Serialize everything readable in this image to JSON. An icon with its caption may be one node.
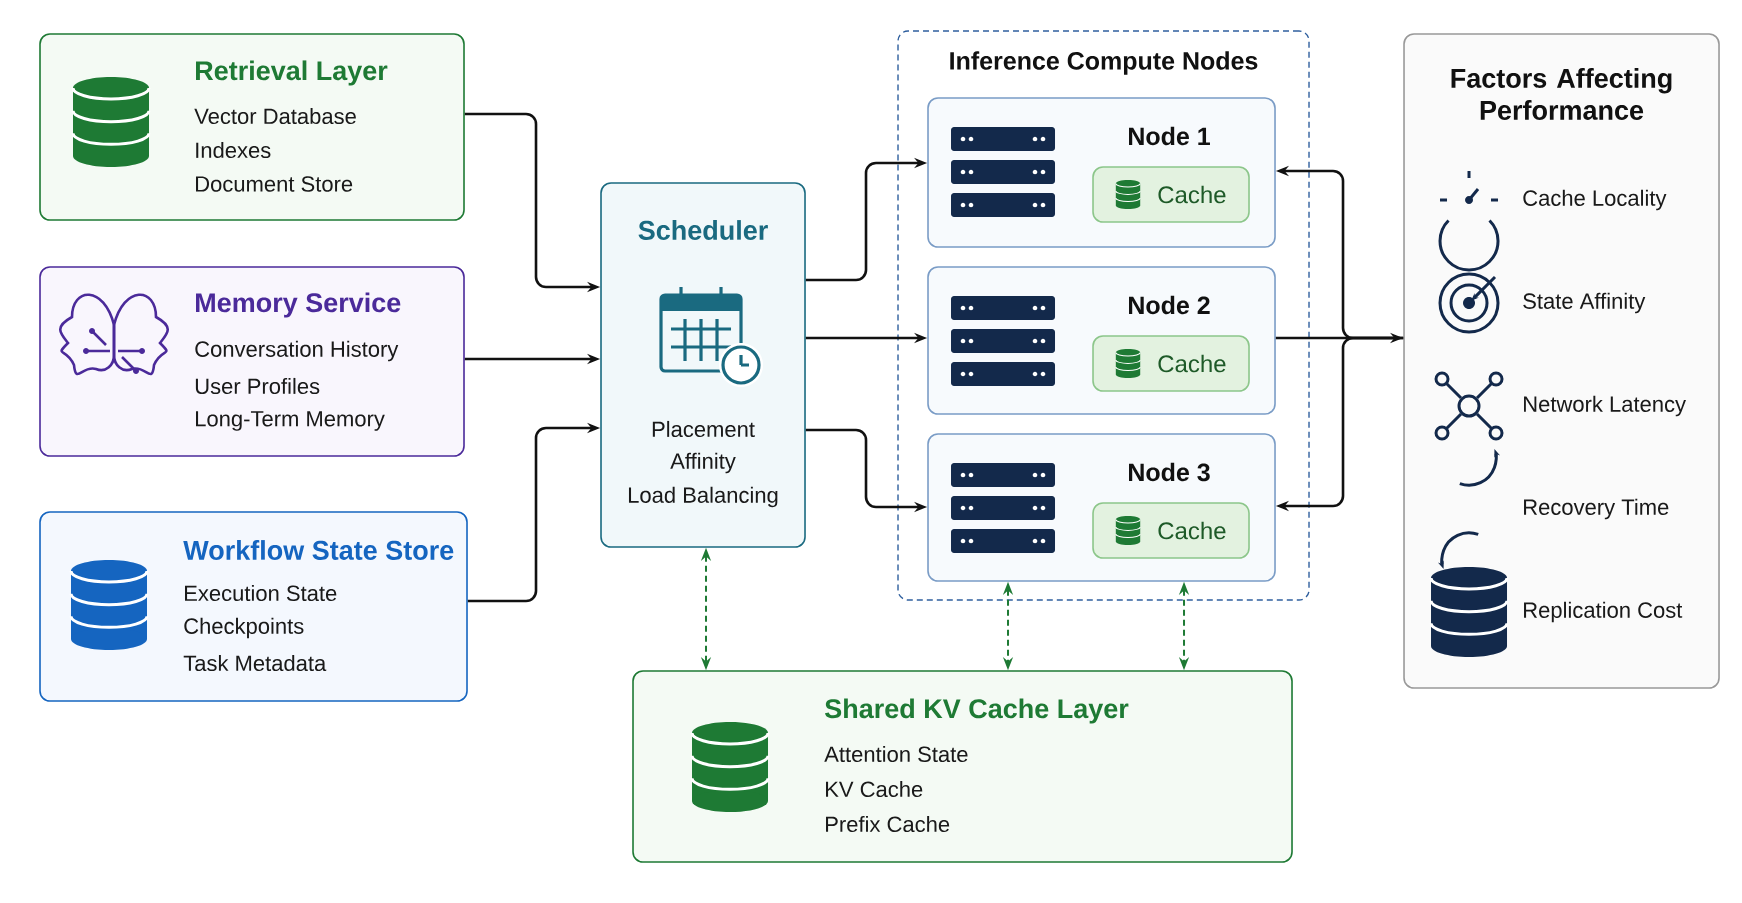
{
  "diagram": {
    "nodes": [
      {
        "text": [
          "Retrieval Layer",
          "Vector Database",
          "Indexes",
          "Document Store"
        ]
      },
      {
        "text": [
          "Memory Service",
          "Conversation History",
          "User Profiles",
          "Long-Term Memory"
        ]
      },
      {
        "text": [
          "Workflow State Store",
          "Execution State",
          "Checkpoints",
          "Task Metadata"
        ]
      },
      {
        "text": [
          "Scheduler",
          "Placement",
          "Affinity",
          "Load Balancing"
        ]
      },
      {
        "text": [
          "Inference Compute Nodes"
        ]
      },
      {
        "text": [
          "Node 1"
        ],
        "in": 4
      },
      {
        "text": [
          "Cache"
        ],
        "in": 5
      },
      {
        "text": [
          "Node 2"
        ],
        "in": 4
      },
      {
        "text": [
          "Cache"
        ],
        "in": 7
      },
      {
        "text": [
          "Node 3"
        ],
        "in": 4
      },
      {
        "text": [
          "Cache"
        ],
        "in": 9
      },
      {
        "text": [
          "Shared KV Cache Layer",
          "Attention State",
          "KV Cache",
          "Prefix Cache"
        ]
      },
      {
        "text": [
          "Factors Affecting Performance",
          "Cache Locality",
          "State Affinity",
          "Network Latency",
          "Recovery Time",
          "Replication Cost"
        ]
      }
    ],
    "edges": [
      {
        "from": 0,
        "to": 3,
        "arrow": "to"
      },
      {
        "from": 1,
        "to": 3,
        "arrow": "to"
      },
      {
        "from": 2,
        "to": 3,
        "arrow": "to"
      },
      {
        "from": 3,
        "to": 5,
        "arrow": "to"
      },
      {
        "from": 3,
        "to": 7,
        "arrow": "to"
      },
      {
        "from": 3,
        "to": 9,
        "arrow": "to"
      },
      {
        "from": 7,
        "to": 12,
        "arrow": "to"
      },
      {
        "from": 12,
        "to": 5,
        "arrow": "to"
      },
      {
        "from": 12,
        "to": 9,
        "arrow": "to"
      },
      {
        "from": 3,
        "to": 11,
        "arrow": "both",
        "style": "dashed",
        "color": "#1e7a34"
      },
      {
        "from": 9,
        "to": 11,
        "arrow": "both",
        "style": "dashed",
        "color": "#1e7a34"
      },
      {
        "from": 9,
        "to": 11,
        "arrow": "both",
        "style": "dashed",
        "color": "#1e7a34"
      }
    ]
  }
}
